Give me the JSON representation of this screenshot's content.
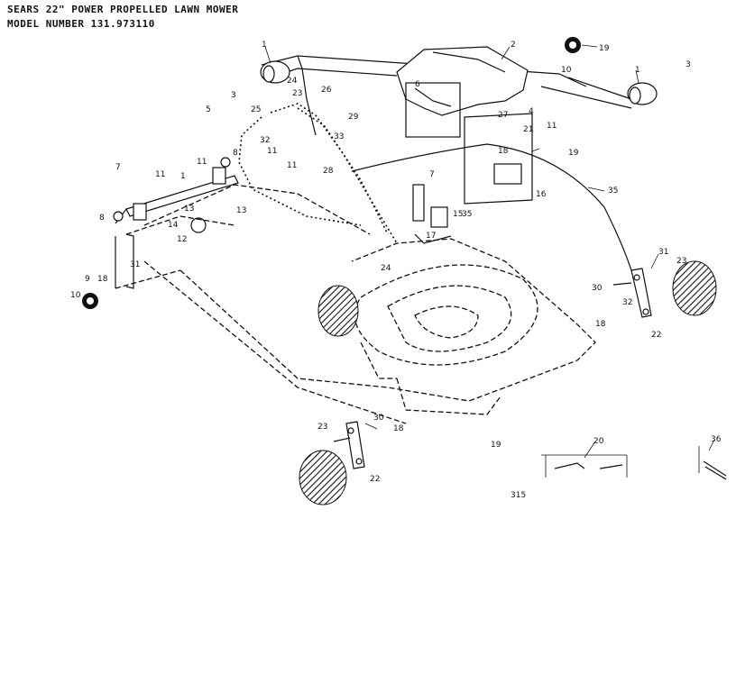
{
  "header": {
    "title": "SEARS 22\" POWER PROPELLED LAWN MOWER",
    "model": "MODEL NUMBER 131.973110"
  },
  "figure": {
    "code": "315",
    "labels": [
      {
        "id": "l1a",
        "text": "1"
      },
      {
        "id": "l1b",
        "text": "1"
      },
      {
        "id": "l1c",
        "text": "1"
      },
      {
        "id": "l2",
        "text": "2"
      },
      {
        "id": "l3a",
        "text": "3"
      },
      {
        "id": "l3b",
        "text": "3"
      },
      {
        "id": "l4",
        "text": "4"
      },
      {
        "id": "l5",
        "text": "5"
      },
      {
        "id": "l6",
        "text": "6"
      },
      {
        "id": "l7a",
        "text": "7"
      },
      {
        "id": "l7b",
        "text": "7"
      },
      {
        "id": "l8a",
        "text": "8"
      },
      {
        "id": "l8b",
        "text": "8"
      },
      {
        "id": "l9",
        "text": "9"
      },
      {
        "id": "l10a",
        "text": "10"
      },
      {
        "id": "l10b",
        "text": "10"
      },
      {
        "id": "l11a",
        "text": "11"
      },
      {
        "id": "l11b",
        "text": "11"
      },
      {
        "id": "l11c",
        "text": "11"
      },
      {
        "id": "l11d",
        "text": "11"
      },
      {
        "id": "l11e",
        "text": "11"
      },
      {
        "id": "l12",
        "text": "12"
      },
      {
        "id": "l13a",
        "text": "13"
      },
      {
        "id": "l13b",
        "text": "13"
      },
      {
        "id": "l14",
        "text": "14"
      },
      {
        "id": "l15",
        "text": "15"
      },
      {
        "id": "l16",
        "text": "16"
      },
      {
        "id": "l17",
        "text": "17"
      },
      {
        "id": "l18a",
        "text": "18"
      },
      {
        "id": "l18b",
        "text": "18"
      },
      {
        "id": "l18c",
        "text": "18"
      },
      {
        "id": "l18d",
        "text": "18"
      },
      {
        "id": "l19a",
        "text": "19"
      },
      {
        "id": "l19b",
        "text": "19"
      },
      {
        "id": "l19c",
        "text": "19"
      },
      {
        "id": "l20",
        "text": "20"
      },
      {
        "id": "l21",
        "text": "21"
      },
      {
        "id": "l22a",
        "text": "22"
      },
      {
        "id": "l22b",
        "text": "22"
      },
      {
        "id": "l23a",
        "text": "23"
      },
      {
        "id": "l23b",
        "text": "23"
      },
      {
        "id": "l23c",
        "text": "23"
      },
      {
        "id": "l24a",
        "text": "24"
      },
      {
        "id": "l24b",
        "text": "24"
      },
      {
        "id": "l25",
        "text": "25"
      },
      {
        "id": "l26",
        "text": "26"
      },
      {
        "id": "l27",
        "text": "27"
      },
      {
        "id": "l28",
        "text": "28"
      },
      {
        "id": "l29",
        "text": "29"
      },
      {
        "id": "l30a",
        "text": "30"
      },
      {
        "id": "l30b",
        "text": "30"
      },
      {
        "id": "l31a",
        "text": "31"
      },
      {
        "id": "l31b",
        "text": "31"
      },
      {
        "id": "l32a",
        "text": "32"
      },
      {
        "id": "l32b",
        "text": "32"
      },
      {
        "id": "l33",
        "text": "33"
      },
      {
        "id": "l35a",
        "text": "35"
      },
      {
        "id": "l35b",
        "text": "35"
      },
      {
        "id": "l36",
        "text": "36"
      }
    ]
  }
}
